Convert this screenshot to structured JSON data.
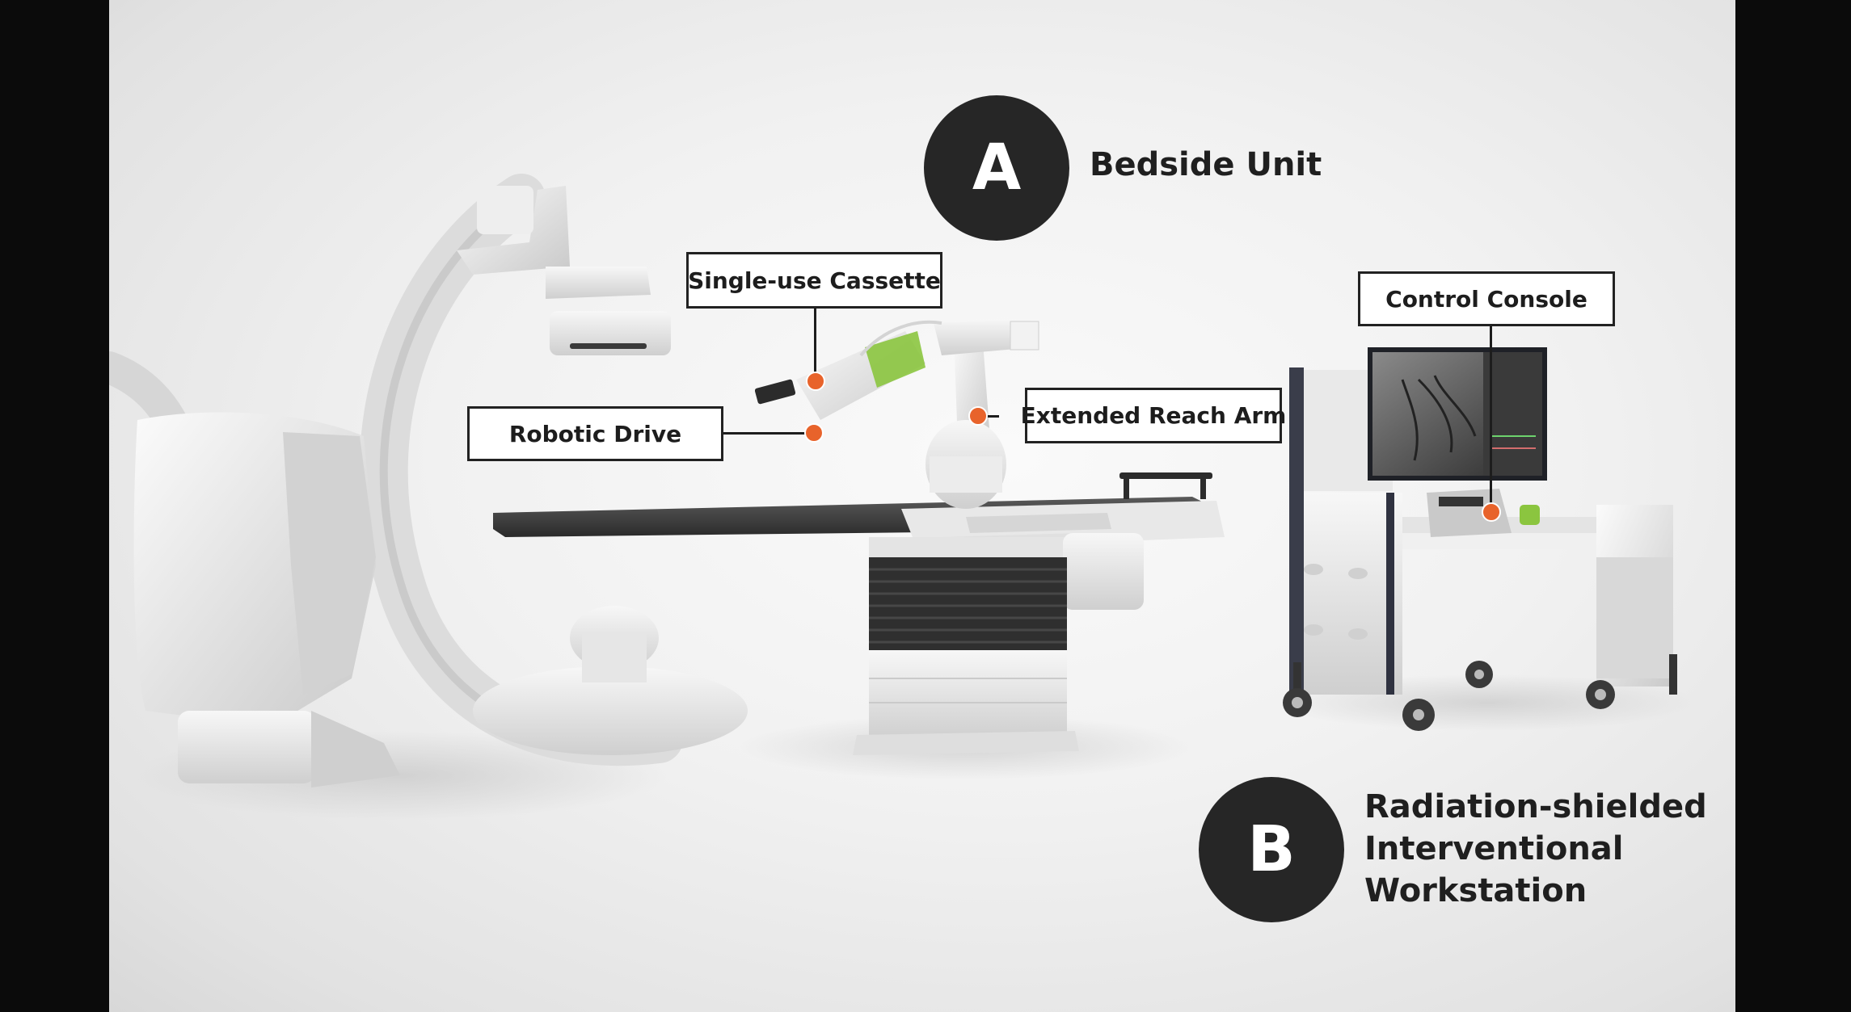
{
  "badges": {
    "a": {
      "letter": "A",
      "title": "Bedside Unit"
    },
    "b": {
      "letter": "B",
      "title_lines": [
        "Radiation-shielded",
        "Interventional",
        "Workstation"
      ]
    }
  },
  "callouts": {
    "single_use_cassette": "Single-use Cassette",
    "robotic_drive": "Robotic Drive",
    "extended_reach_arm": "Extended Reach Arm",
    "control_console": "Control Console"
  },
  "colors": {
    "marker": "#e8632b",
    "badge_fill": "#262626",
    "cassette_accent": "#8bc53f"
  },
  "icons": {
    "c_arm": "c-arm-xray-illustration",
    "table": "patient-table-illustration",
    "workstation": "shielded-workstation-illustration"
  }
}
